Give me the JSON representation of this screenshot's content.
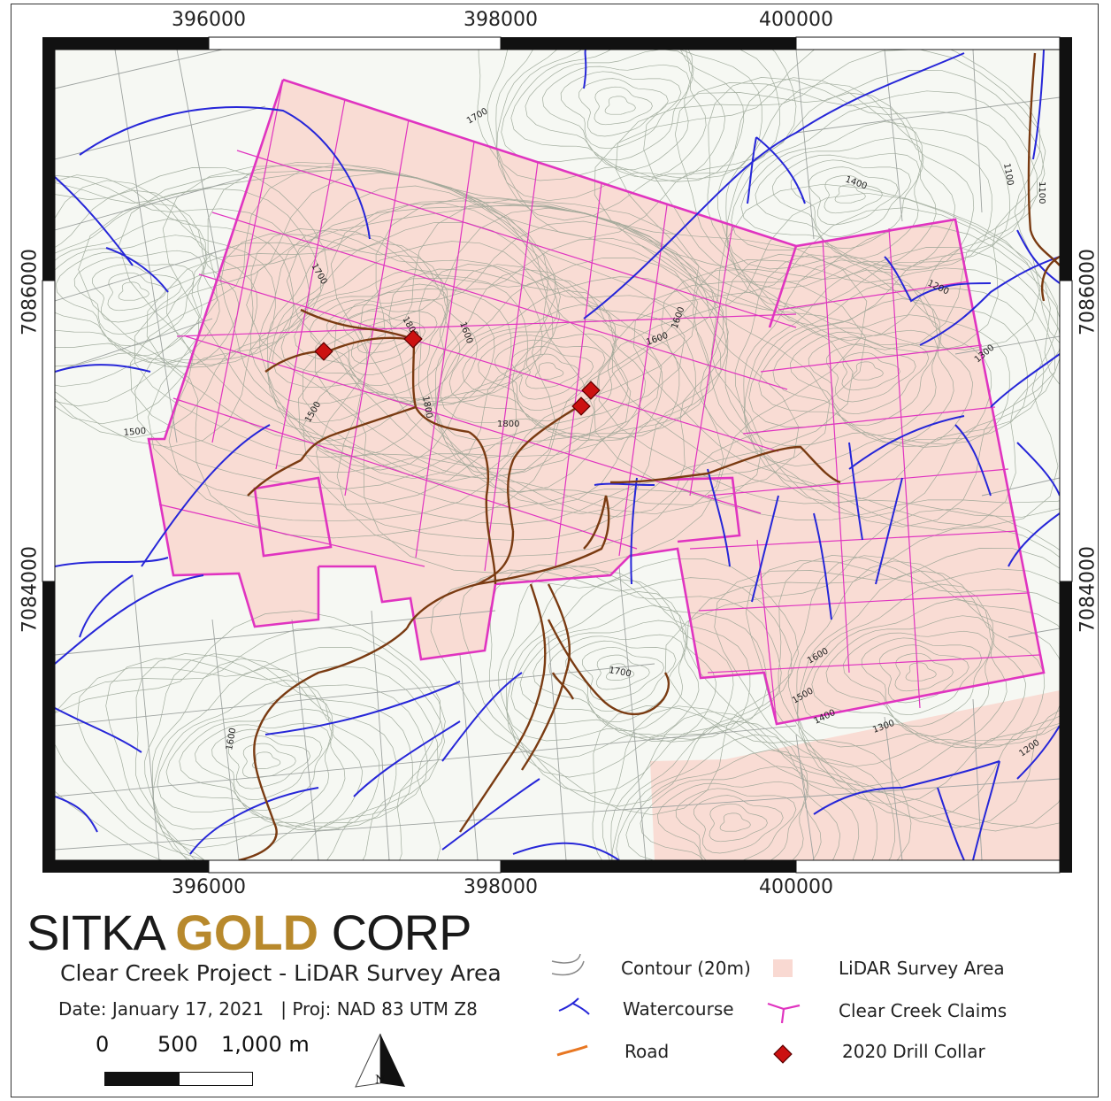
{
  "axes": {
    "easting_ticks": [
      "396000",
      "398000",
      "400000"
    ],
    "northing_ticks": [
      "7086000",
      "7084000"
    ]
  },
  "logo": {
    "word1": "SITKA",
    "word2": "GOLD",
    "word3": "CORP"
  },
  "map_title": "Clear Creek Project - LiDAR Survey Area",
  "date_text": "Date: January 17, 2021",
  "proj_text": "| Proj: NAD 83 UTM Z8",
  "scale_bar": {
    "labels": [
      "0",
      "500",
      "1,000 m"
    ]
  },
  "north_arrow": {
    "label": "N"
  },
  "legend": [
    {
      "label": "Contour (20m)",
      "icon": "contour-icon"
    },
    {
      "label": "Watercourse",
      "icon": "watercourse-icon"
    },
    {
      "label": "Road",
      "icon": "road-icon"
    },
    {
      "label": "LiDAR Survey Area",
      "icon": "lidar-area-icon"
    },
    {
      "label": "Clear Creek Claims",
      "icon": "claims-icon"
    },
    {
      "label": "2020 Drill Collar",
      "icon": "drill-collar-icon"
    }
  ],
  "contour_labels": [
    "1700",
    "1400",
    "1100",
    "1100",
    "1700",
    "1200",
    "1800",
    "1600",
    "1600",
    "1600",
    "1300",
    "1800",
    "1500",
    "1800",
    "1500",
    "1700",
    "1600",
    "1500",
    "1400",
    "1300",
    "1200",
    "1600"
  ],
  "colors": {
    "claims": "#e034c0",
    "lidar_fill": "#f9d9d2",
    "water": "#2222dd",
    "road": "#7a3b12",
    "contour": "#8f9a8c",
    "drill": "#cc1111",
    "logo_gold": "#b8892c"
  }
}
